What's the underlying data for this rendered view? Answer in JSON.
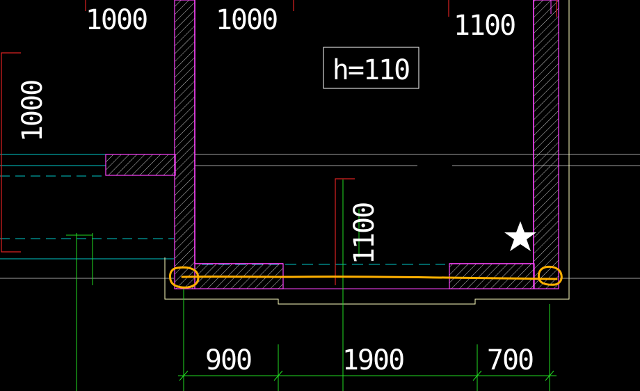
{
  "drawing": {
    "room_labels": {
      "top_left": "1000",
      "top_center": "1000",
      "top_right": "1100",
      "left_vertical": "1000",
      "center_vertical": "1100"
    },
    "slab_tag": "h=110",
    "bottom_dimensions": [
      "900",
      "1900",
      "700"
    ],
    "colors": {
      "background": "#000000",
      "wall_outline": "#ff44ff",
      "hatch": "#d0d0d0",
      "axis_cyan": "#00c8c8",
      "dimension_green": "#22dd22",
      "red_leader": "#dd2222",
      "slab_edge": "#ffffc0",
      "highlight": "#ffb000",
      "text": "#ffffff"
    },
    "marker_icon": "star-icon"
  }
}
